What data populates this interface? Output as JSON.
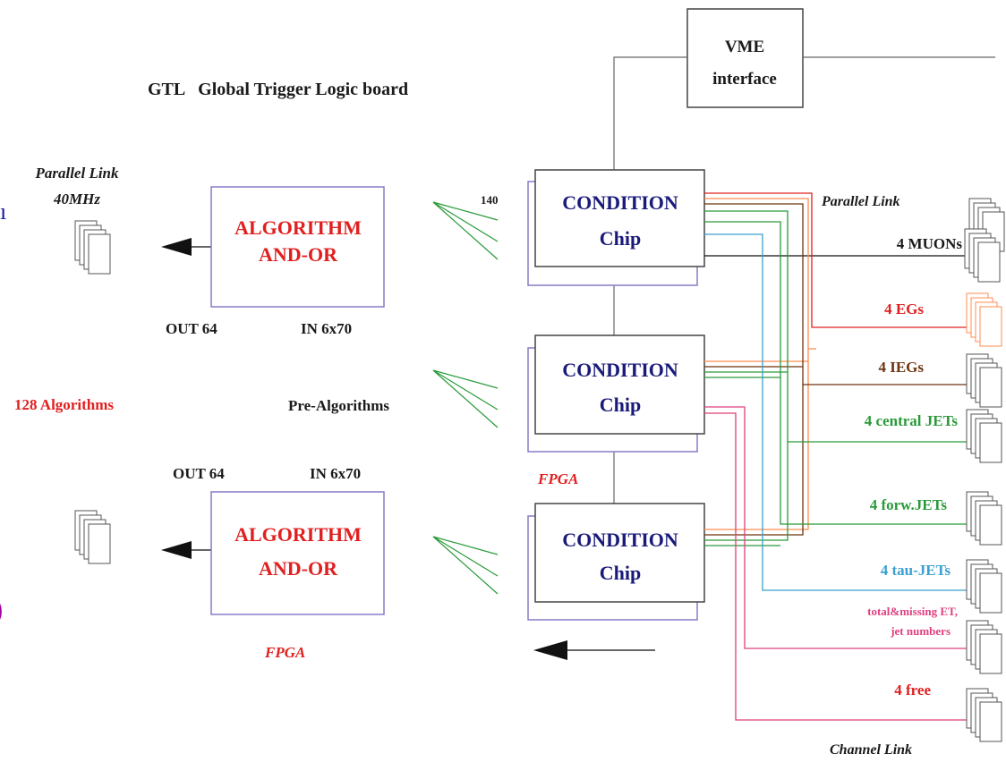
{
  "title": "GTL   Global Trigger Logic board",
  "vme": {
    "line1": "VME",
    "line2": "interface"
  },
  "parallel_link_left": {
    "line1": "Parallel Link",
    "line2": "40MHz"
  },
  "algorithms_count": "128 Algorithms",
  "algo_top": {
    "line1": "ALGORITHM",
    "line2": "AND-OR",
    "out": "OUT 64",
    "in": "IN 6x70"
  },
  "algo_bottom": {
    "line1": "ALGORITHM",
    "line2": "AND-OR",
    "out": "OUT 64",
    "in": "IN 6x70",
    "fpga": "FPGA"
  },
  "condition": {
    "line1": "CONDITION",
    "line2": "Chip"
  },
  "label_140": "140",
  "pre_algorithms": "Pre-Algorithms",
  "fpga_middle": "FPGA",
  "right_labels": {
    "parallel_link": "Parallel Link",
    "muons": "4 MUONs",
    "egs": "4 EGs",
    "iegs": "4 IEGs",
    "central_jets": "4 central JETs",
    "forw_jets": "4 forw.JETs",
    "tau_jets": "4 tau-JETs",
    "total_missing_1": "total&missing ET,",
    "total_missing_2": "jet numbers",
    "free": "4 free",
    "channel_link": "Channel Link"
  },
  "edge_glyphs": {
    "top": "ı",
    "bottom": ")"
  },
  "colors": {
    "box": "#8a7ac8",
    "text_dark": "#1a1a1a",
    "text_blue": "#1a1a7a",
    "red": "#e02020",
    "orange": "#ff8c50",
    "brown": "#6b3410",
    "green": "#2a9a3a",
    "blue": "#3aa0d0",
    "pink": "#e04080"
  }
}
